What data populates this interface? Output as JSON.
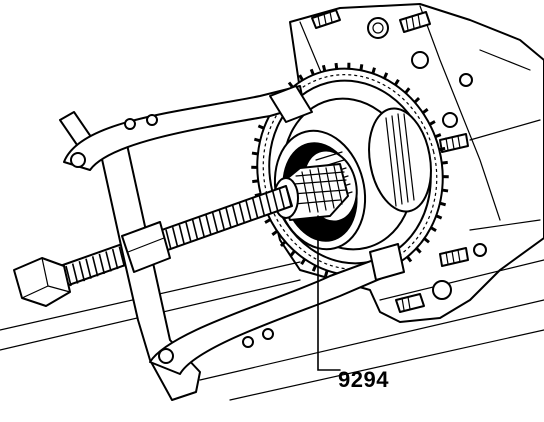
{
  "diagram": {
    "callout": {
      "label": "9294"
    },
    "components": [
      "bolt-stud",
      "puller-crossbar",
      "puller-threaded-spindle",
      "puller-arm-upper",
      "puller-arm-lower",
      "toothed-ring-gear",
      "splined-hub",
      "hub-housing"
    ]
  }
}
